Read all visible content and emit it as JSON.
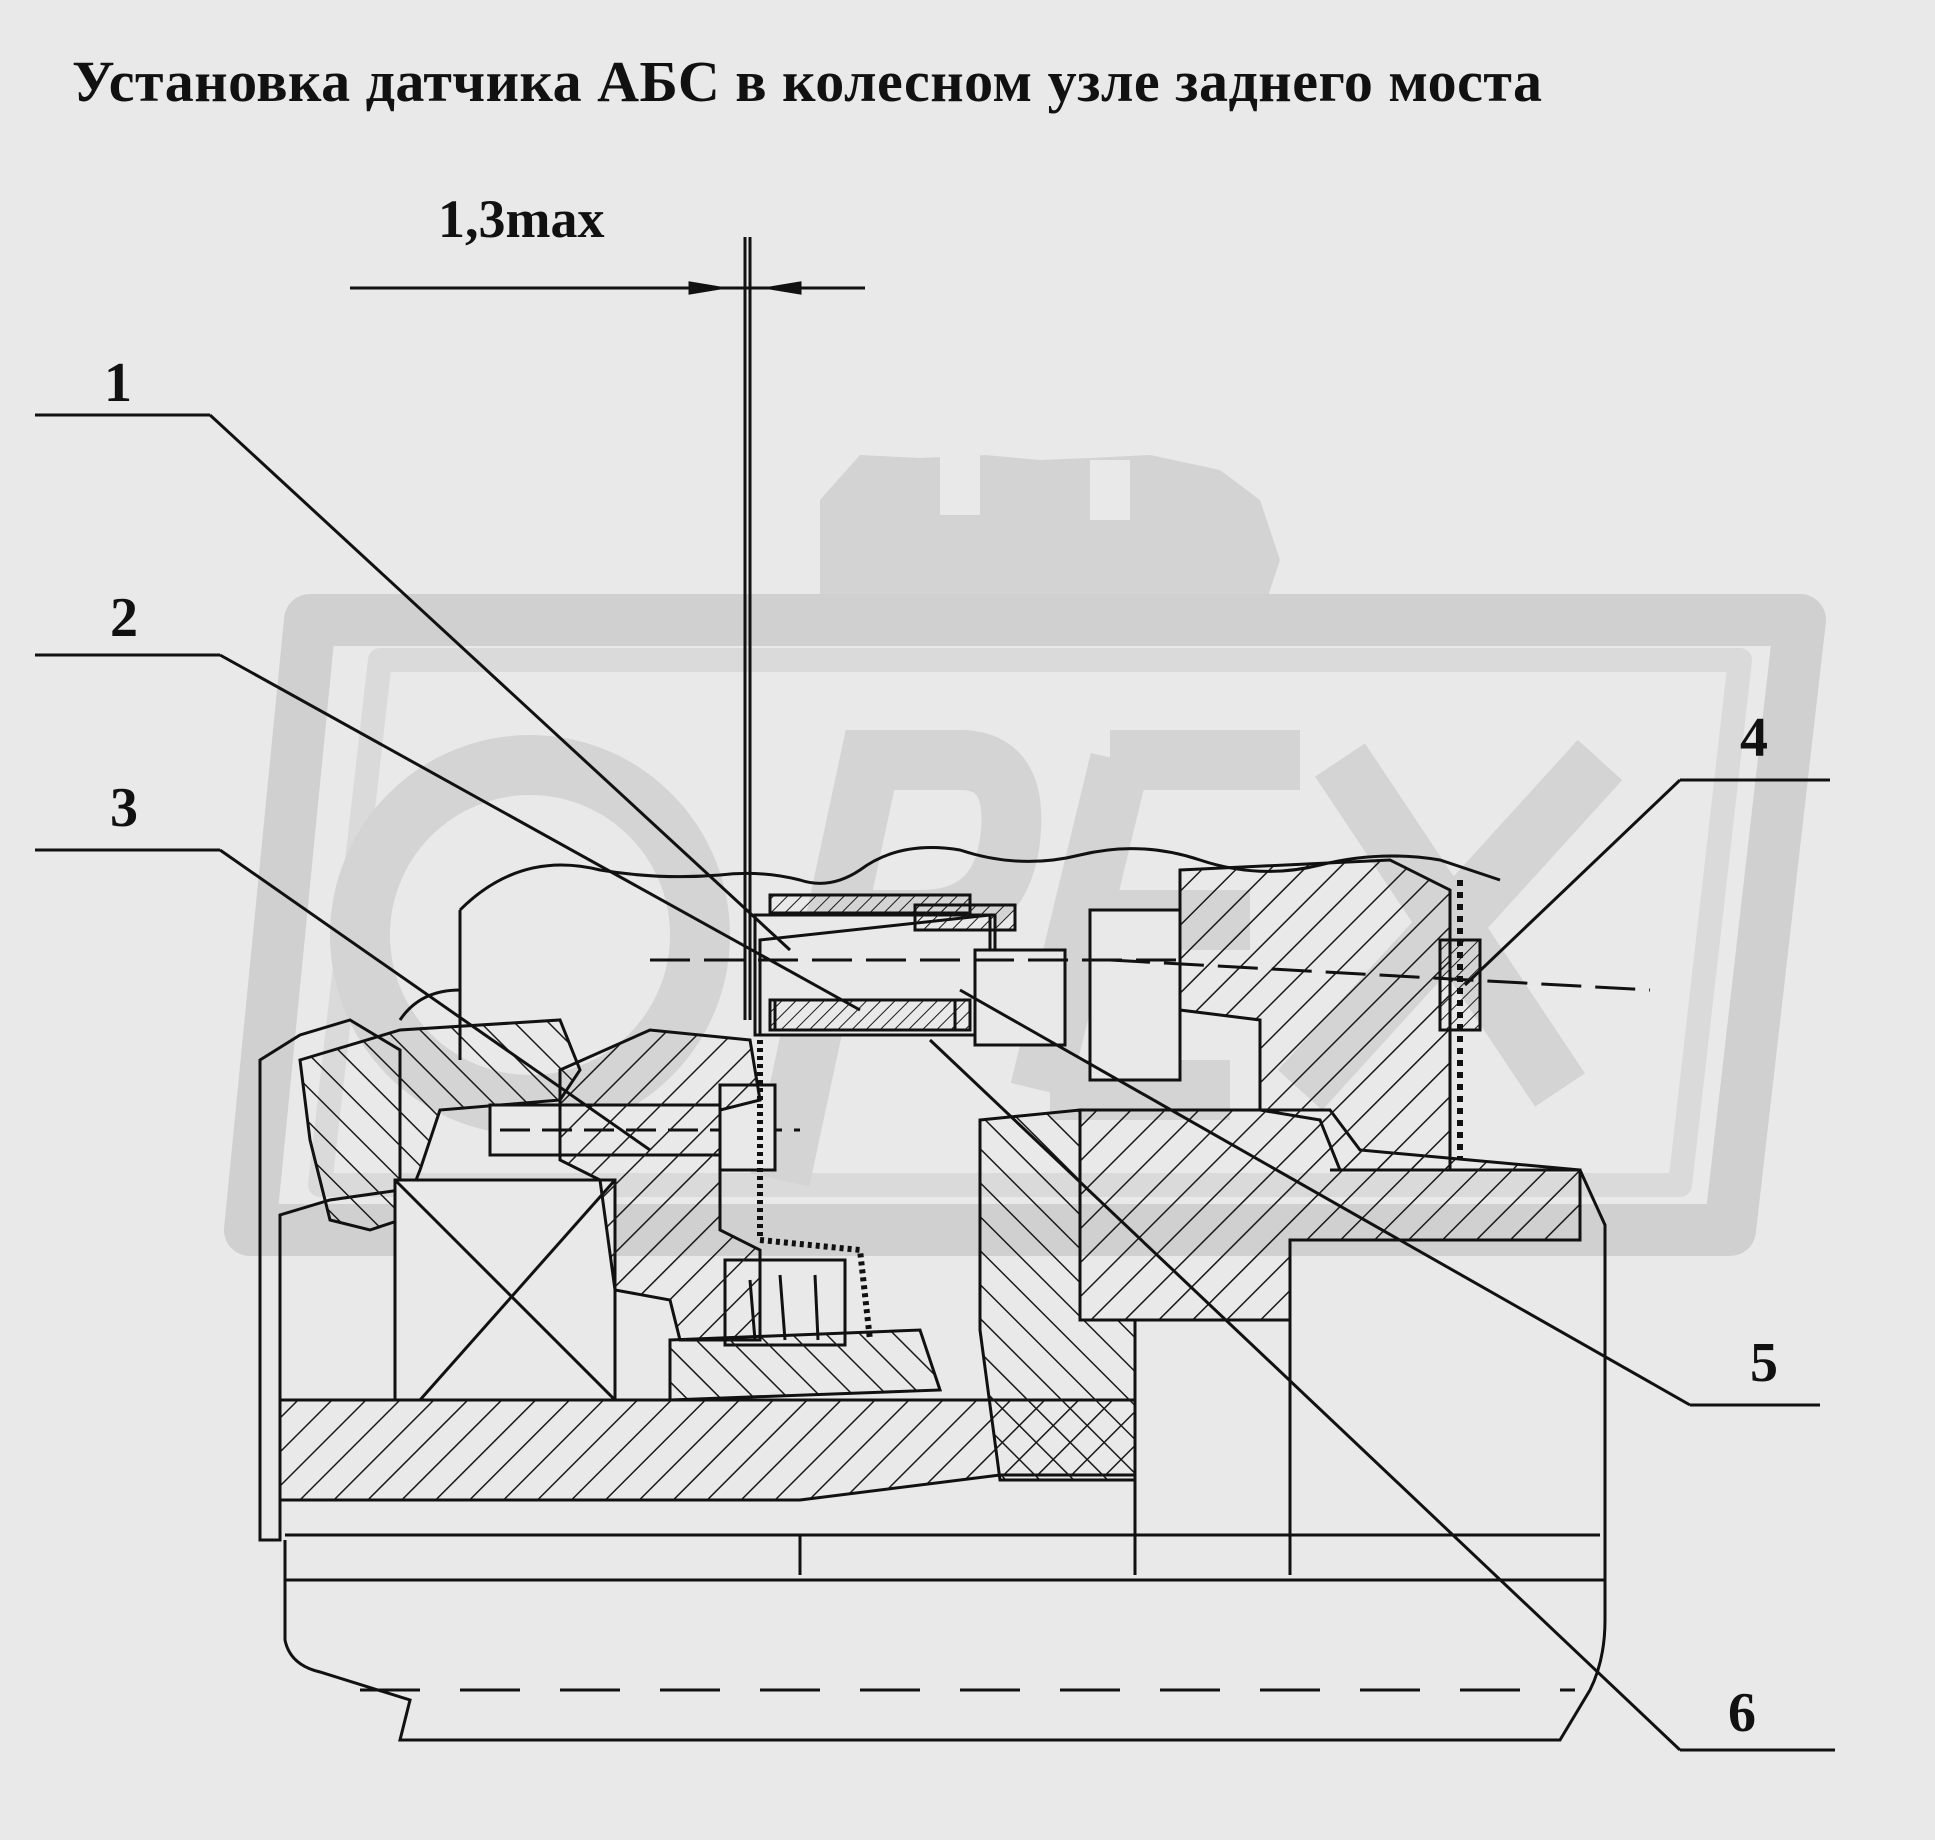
{
  "title": "Установка датчика АБС в колесном узле заднего моста",
  "dimension": "1,3max",
  "callouts": [
    "1",
    "2",
    "3",
    "4",
    "5",
    "6"
  ],
  "watermark": "ОРЕХ",
  "colors": {
    "background": "#e9e9e9",
    "ink": "#111111",
    "watermark": "#d1d1d1"
  }
}
